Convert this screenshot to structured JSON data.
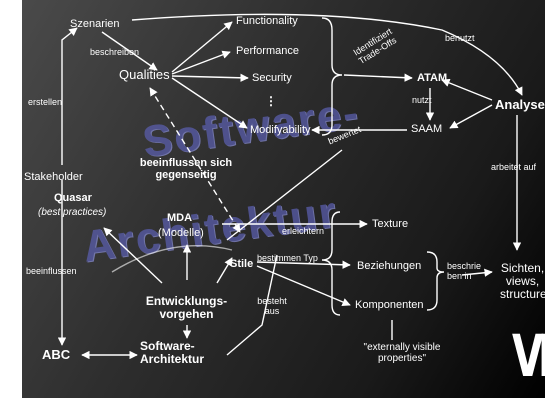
{
  "watermark": [
    "Software-",
    "Architektur"
  ],
  "logo": "VE",
  "nodes": {
    "szenarien": "Szenarien",
    "functionality": "Functionality",
    "performance": "Performance",
    "security": "Security",
    "ellipsis": "⋮",
    "modifiability": "Modifyability",
    "qualities": "Qualities",
    "atam": "ATAM",
    "saam": "SAAM",
    "analyse": "Analyse",
    "stakeholder": "Stakeholder",
    "quasar": "Quasar",
    "best_practices": "(best practices)",
    "mda": "MDA",
    "modelle": "(Modelle)",
    "texture": "Texture",
    "stile": "Stile",
    "beziehungen": "Beziehungen",
    "komponenten": "Komponenten",
    "entwicklungsvorgehen_1": "Entwicklungs-",
    "entwicklungsvorgehen_2": "vorgehen",
    "abc": "ABC",
    "softwarearchitektur_1": "Software-",
    "softwarearchitektur_2": "Architektur",
    "externally_1": "\"externally visible",
    "externally_2": "properties\"",
    "sichten_1": "Sichten,",
    "sichten_2": "views,",
    "sichten_3": "structures"
  },
  "edge_labels": {
    "benutzt": "benutzt",
    "beschreiben": "beschreiben",
    "erstellen": "erstellen",
    "identifiziert": "Identifiziert",
    "tradeoffs": "Trade-Offs",
    "nutzt": "nutzt",
    "bewertet": "bewertet",
    "beeinflussen_sich_1": "beeinflussen sich",
    "beeinflussen_sich_2": "gegenseitig",
    "arbeitet_auf": "arbeitet auf",
    "erleichtern": "erleichtern",
    "bestimmen_typ": "bestimmen Typ",
    "beschreiben_in_1": "beschrie",
    "beschreiben_in_2": "ben in",
    "besteht_aus_1": "besteht",
    "besteht_aus_2": "aus",
    "beeinflussen": "beeinflussen"
  }
}
